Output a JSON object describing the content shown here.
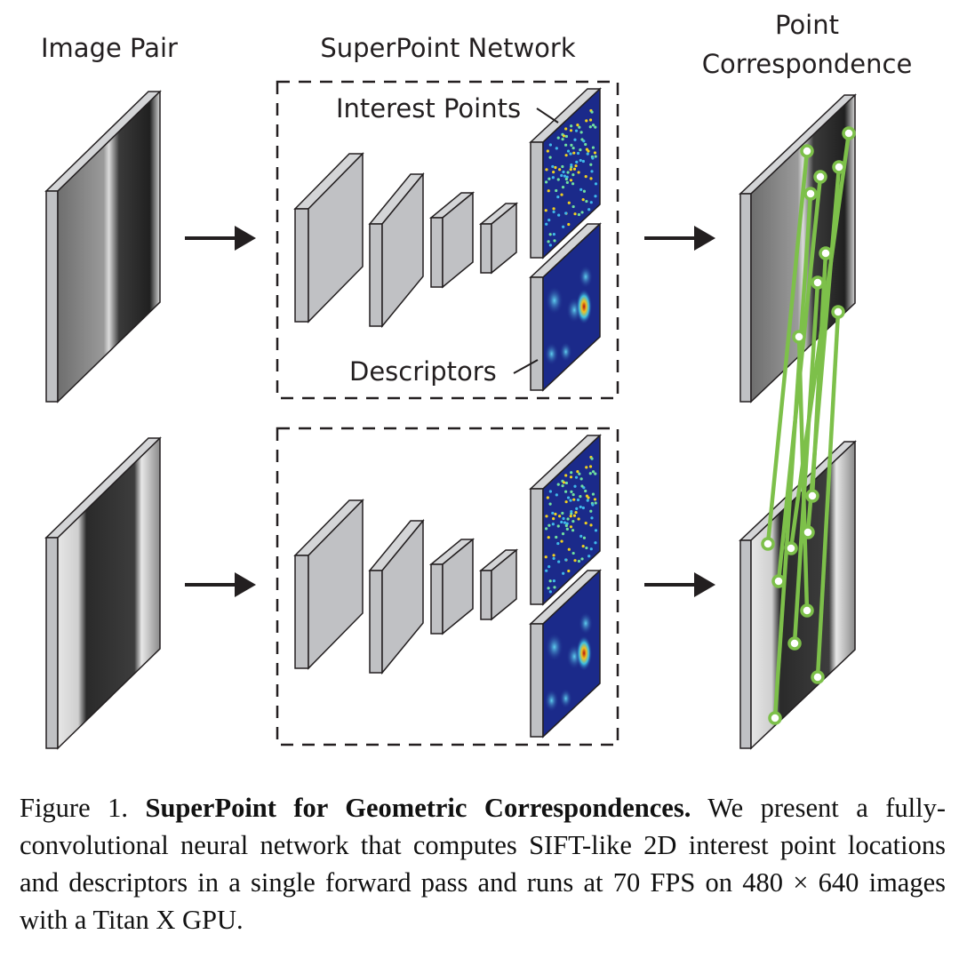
{
  "figure": {
    "column_titles": {
      "image_pair": "Image Pair",
      "network": "SuperPoint Network",
      "correspondence_line1": "Point",
      "correspondence_line2": "Correspondence"
    },
    "outputs": {
      "interest_points": "Interest Points",
      "descriptors": "Descriptors"
    },
    "colors": {
      "match_lines": "#7dc04a",
      "layer_fill": "#c0c1c4",
      "heatmap_background": "#1b2a8a",
      "heatmap_peak": "#d7191c",
      "dashed_box": "#231f20"
    }
  },
  "caption": {
    "label": "Figure 1.",
    "title": "SuperPoint for Geometric Correspondences.",
    "body": "We present a fully-convolutional neural network that computes SIFT-like 2D interest point locations and descriptors in a single forward pass and runs at 70 FPS on 480 × 640 images with a Titan X GPU."
  }
}
